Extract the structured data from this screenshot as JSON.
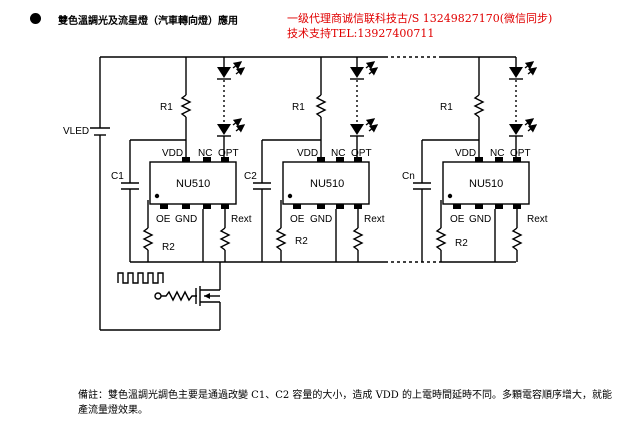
{
  "header": {
    "title": "雙色溫調光及流星燈（汽車轉向燈）應用",
    "vendor_line_1": "一级代理商诚信联科技古/S 13249827170(微信同步)",
    "vendor_line_2": "技术支持TEL:13927400711"
  },
  "diagram": {
    "supply_label": "VLED",
    "stages": [
      {
        "chip": "NU510",
        "r1": "R1",
        "r2": "R2",
        "cap": "C1",
        "vdd": "VDD",
        "nc": "NC",
        "opt": "OPT",
        "oe": "OE",
        "gnd": "GND",
        "rext": "Rext"
      },
      {
        "chip": "NU510",
        "r1": "R1",
        "r2": "R2",
        "cap": "C2",
        "vdd": "VDD",
        "nc": "NC",
        "opt": "OPT",
        "oe": "OE",
        "gnd": "GND",
        "rext": "Rext"
      },
      {
        "chip": "NU510",
        "r1": "R1",
        "r2": "R2",
        "cap": "Cn",
        "vdd": "VDD",
        "nc": "NC",
        "opt": "OPT",
        "oe": "OE",
        "gnd": "GND",
        "rext": "Rext"
      }
    ]
  },
  "note": "備註：雙色溫調光調色主要是通過改變 C1、C2 容量的大小，造成 VDD 的上電時間延時不同。多顆電容順序增大，就能產流量燈效果。"
}
